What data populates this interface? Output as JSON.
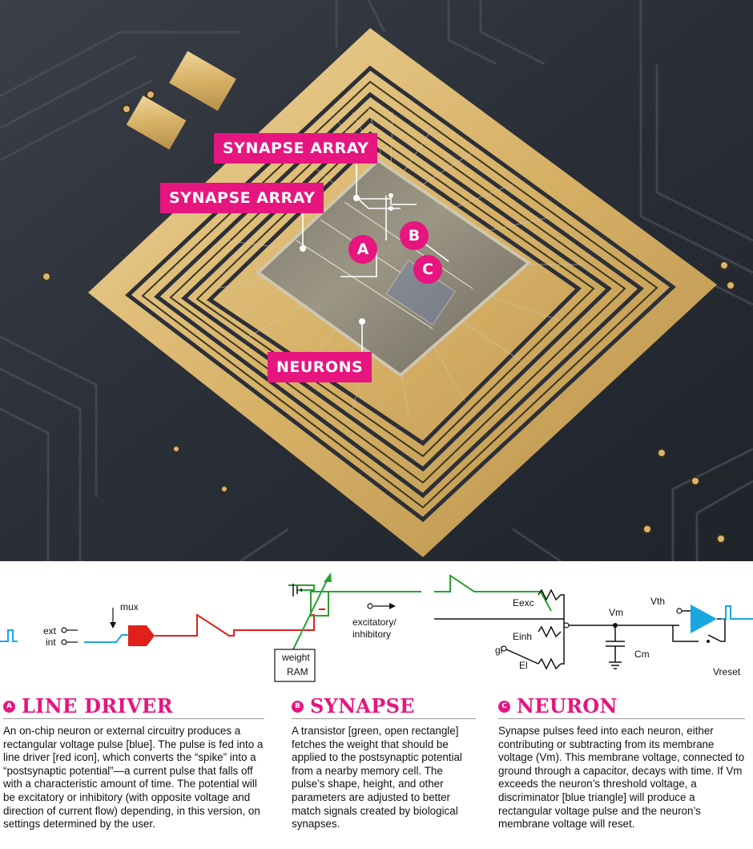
{
  "photo": {
    "callouts": {
      "synapse_array_top": "SYNAPSE ARRAY",
      "synapse_array_left": "SYNAPSE ARRAY",
      "neurons": "NEURONS"
    },
    "markers": {
      "a": "A",
      "b": "B",
      "c": "C"
    },
    "colors": {
      "accent": "#e6157f",
      "board": "#2b2f38",
      "gold": "#d9b870"
    }
  },
  "schematic": {
    "labels": {
      "ext": "ext",
      "int": "int",
      "mux": "mux",
      "weight_ram_line1": "weight",
      "weight_ram_line2": "RAM",
      "excitatory": "excitatory/",
      "inhibitory": "inhibitory",
      "eexc": "Eexc",
      "einh": "Einh",
      "gl": "gl",
      "el": "El",
      "vm": "Vm",
      "cm": "Cm",
      "vth": "Vth",
      "vreset": "Vreset"
    },
    "colors": {
      "pulse": "#1aa6e0",
      "line_driver": "#e0201b",
      "transistor": "#2aa12e",
      "discriminator": "#1aa6e0"
    }
  },
  "sections": [
    {
      "letter": "A",
      "title": "LINE DRIVER",
      "body": "An on-chip neuron or external circuitry produces a rectangular voltage pulse [blue]. The pulse is fed into a line driver [red icon], which converts the “spike” into a “postsynaptic potential”—a current pulse that falls off with a characteristic amount of time. The potential will be excitatory or inhibitory (with opposite voltage and direction of current flow) depending, in this version, on settings determined by the user."
    },
    {
      "letter": "B",
      "title": "SYNAPSE",
      "body": "A transistor [green, open rectangle] fetches the weight that should be applied to the postsynaptic potential from a nearby memory cell. The pulse’s shape, height, and other parameters are adjusted to better match signals created by biological synapses."
    },
    {
      "letter": "C",
      "title": "NEURON",
      "body": "Synapse pulses feed into each neuron, either contributing or subtracting from its membrane voltage (Vm). This membrane voltage, connected to ground through a capacitor, decays with time. If Vm exceeds the neuron’s threshold voltage, a discriminator [blue triangle] will produce a rectangular voltage pulse and the neuron’s membrane voltage will reset."
    }
  ]
}
